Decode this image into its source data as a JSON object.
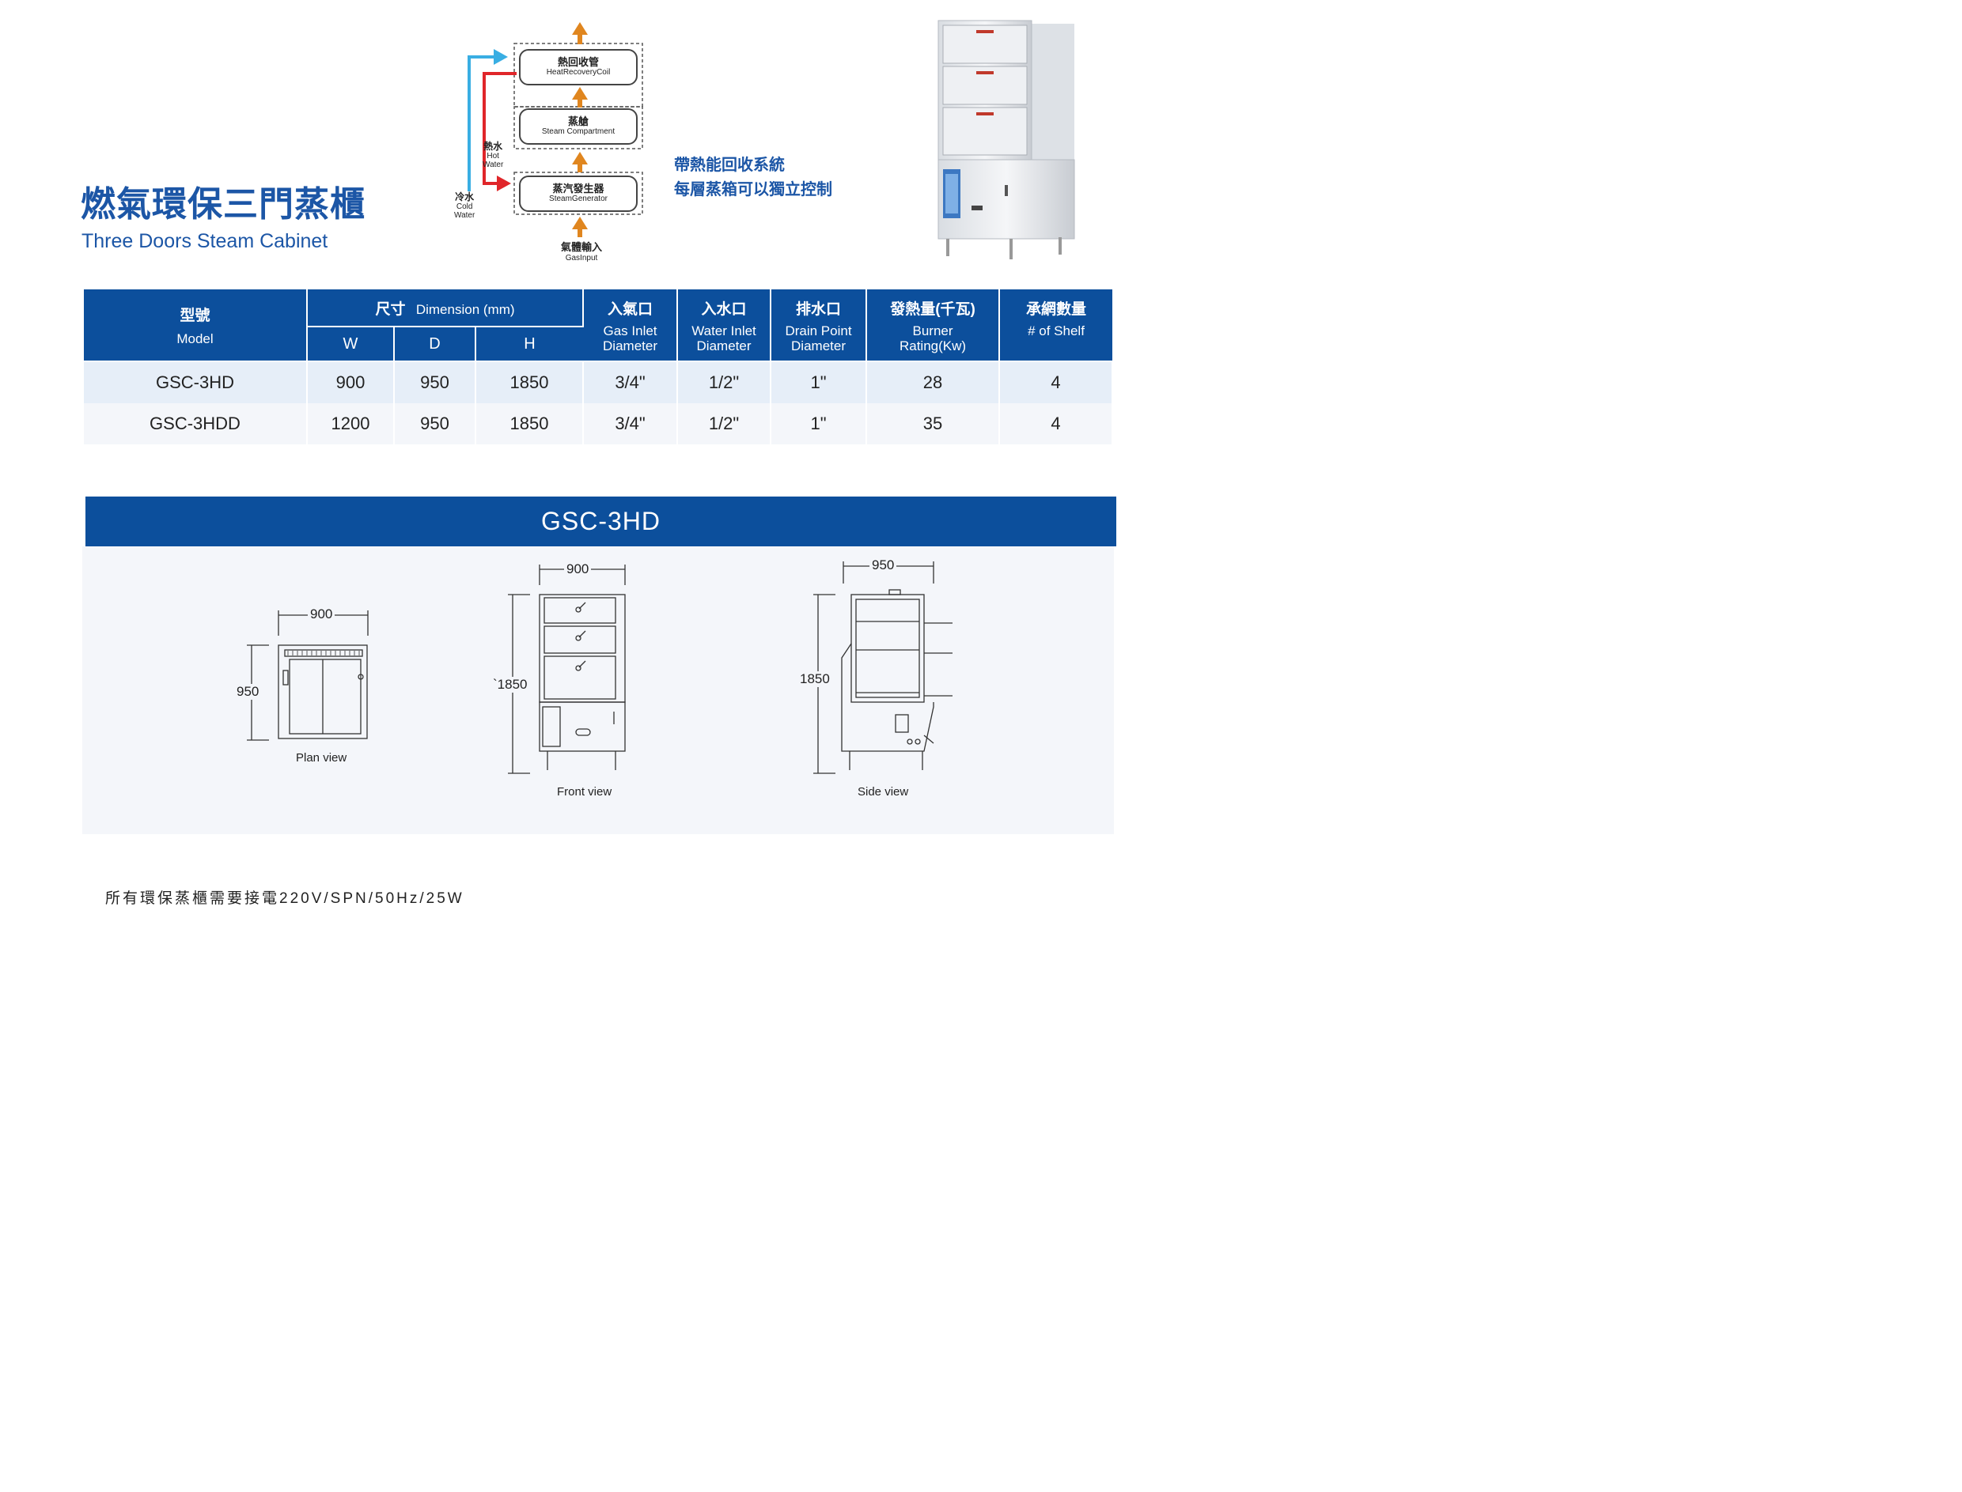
{
  "title": {
    "zh": "燃氣環保三門蒸櫃",
    "en": "Three Doors Steam Cabinet"
  },
  "flow": {
    "heat_recovery": {
      "zh": "熱回收管",
      "en": "HeatRecoveryCoil"
    },
    "steam_compartment": {
      "zh": "蒸艙",
      "en": "Steam Compartment"
    },
    "steam_generator": {
      "zh": "蒸汽發生器",
      "en": "SteamGenerator"
    },
    "gas_input": {
      "zh": "氣體輸入",
      "en": "GasInput"
    },
    "hot_water": {
      "zh": "熱水",
      "en1": "Hot",
      "en2": "Water"
    },
    "cold_water": {
      "zh": "冷水",
      "en1": "Cold",
      "en2": "Water"
    },
    "colors": {
      "orange": "#e0861f",
      "red": "#e0262a",
      "blue": "#39aee3"
    }
  },
  "features": [
    "帶熱能回收系統",
    "每層蒸箱可以獨立控制"
  ],
  "product_photo": {
    "icon": "steam-cabinet-photo"
  },
  "table": {
    "model": {
      "zh": "型號",
      "en": "Model"
    },
    "dimension": {
      "zh": "尺寸",
      "en": "Dimension (mm)"
    },
    "w": "W",
    "d": "D",
    "h": "H",
    "gas": {
      "zh": "入氣口",
      "en1": "Gas Inlet",
      "en2": "Diameter"
    },
    "water": {
      "zh": "入水口",
      "en1": "Water Inlet",
      "en2": "Diameter"
    },
    "drain": {
      "zh": "排水口",
      "en1": "Drain Point",
      "en2": "Diameter"
    },
    "burner": {
      "zh": "發熱量(千瓦)",
      "en1": "Burner",
      "en2": "Rating(Kw)"
    },
    "shelf": {
      "zh": "承網數量",
      "en": "# of Shelf"
    },
    "rows": [
      {
        "model": "GSC-3HD",
        "w": "900",
        "d": "950",
        "h": "1850",
        "gas": "3/4\"",
        "water": "1/2\"",
        "drain": "1\"",
        "burner": "28",
        "shelf": "4"
      },
      {
        "model": "GSC-3HDD",
        "w": "1200",
        "d": "950",
        "h": "1850",
        "gas": "3/4\"",
        "water": "1/2\"",
        "drain": "1\"",
        "burner": "35",
        "shelf": "4"
      }
    ],
    "header_color": "#0c4f9c"
  },
  "drawings": {
    "model": "GSC-3HD",
    "plan": {
      "width": "900",
      "depth": "950",
      "caption": "Plan view"
    },
    "front": {
      "width": "900",
      "height": "`1850",
      "caption": "Front view"
    },
    "side": {
      "depth": "950",
      "height": "1850",
      "caption": "Side view"
    }
  },
  "footnote": "所有環保蒸櫃需要接電220V/SPN/50Hz/25W"
}
